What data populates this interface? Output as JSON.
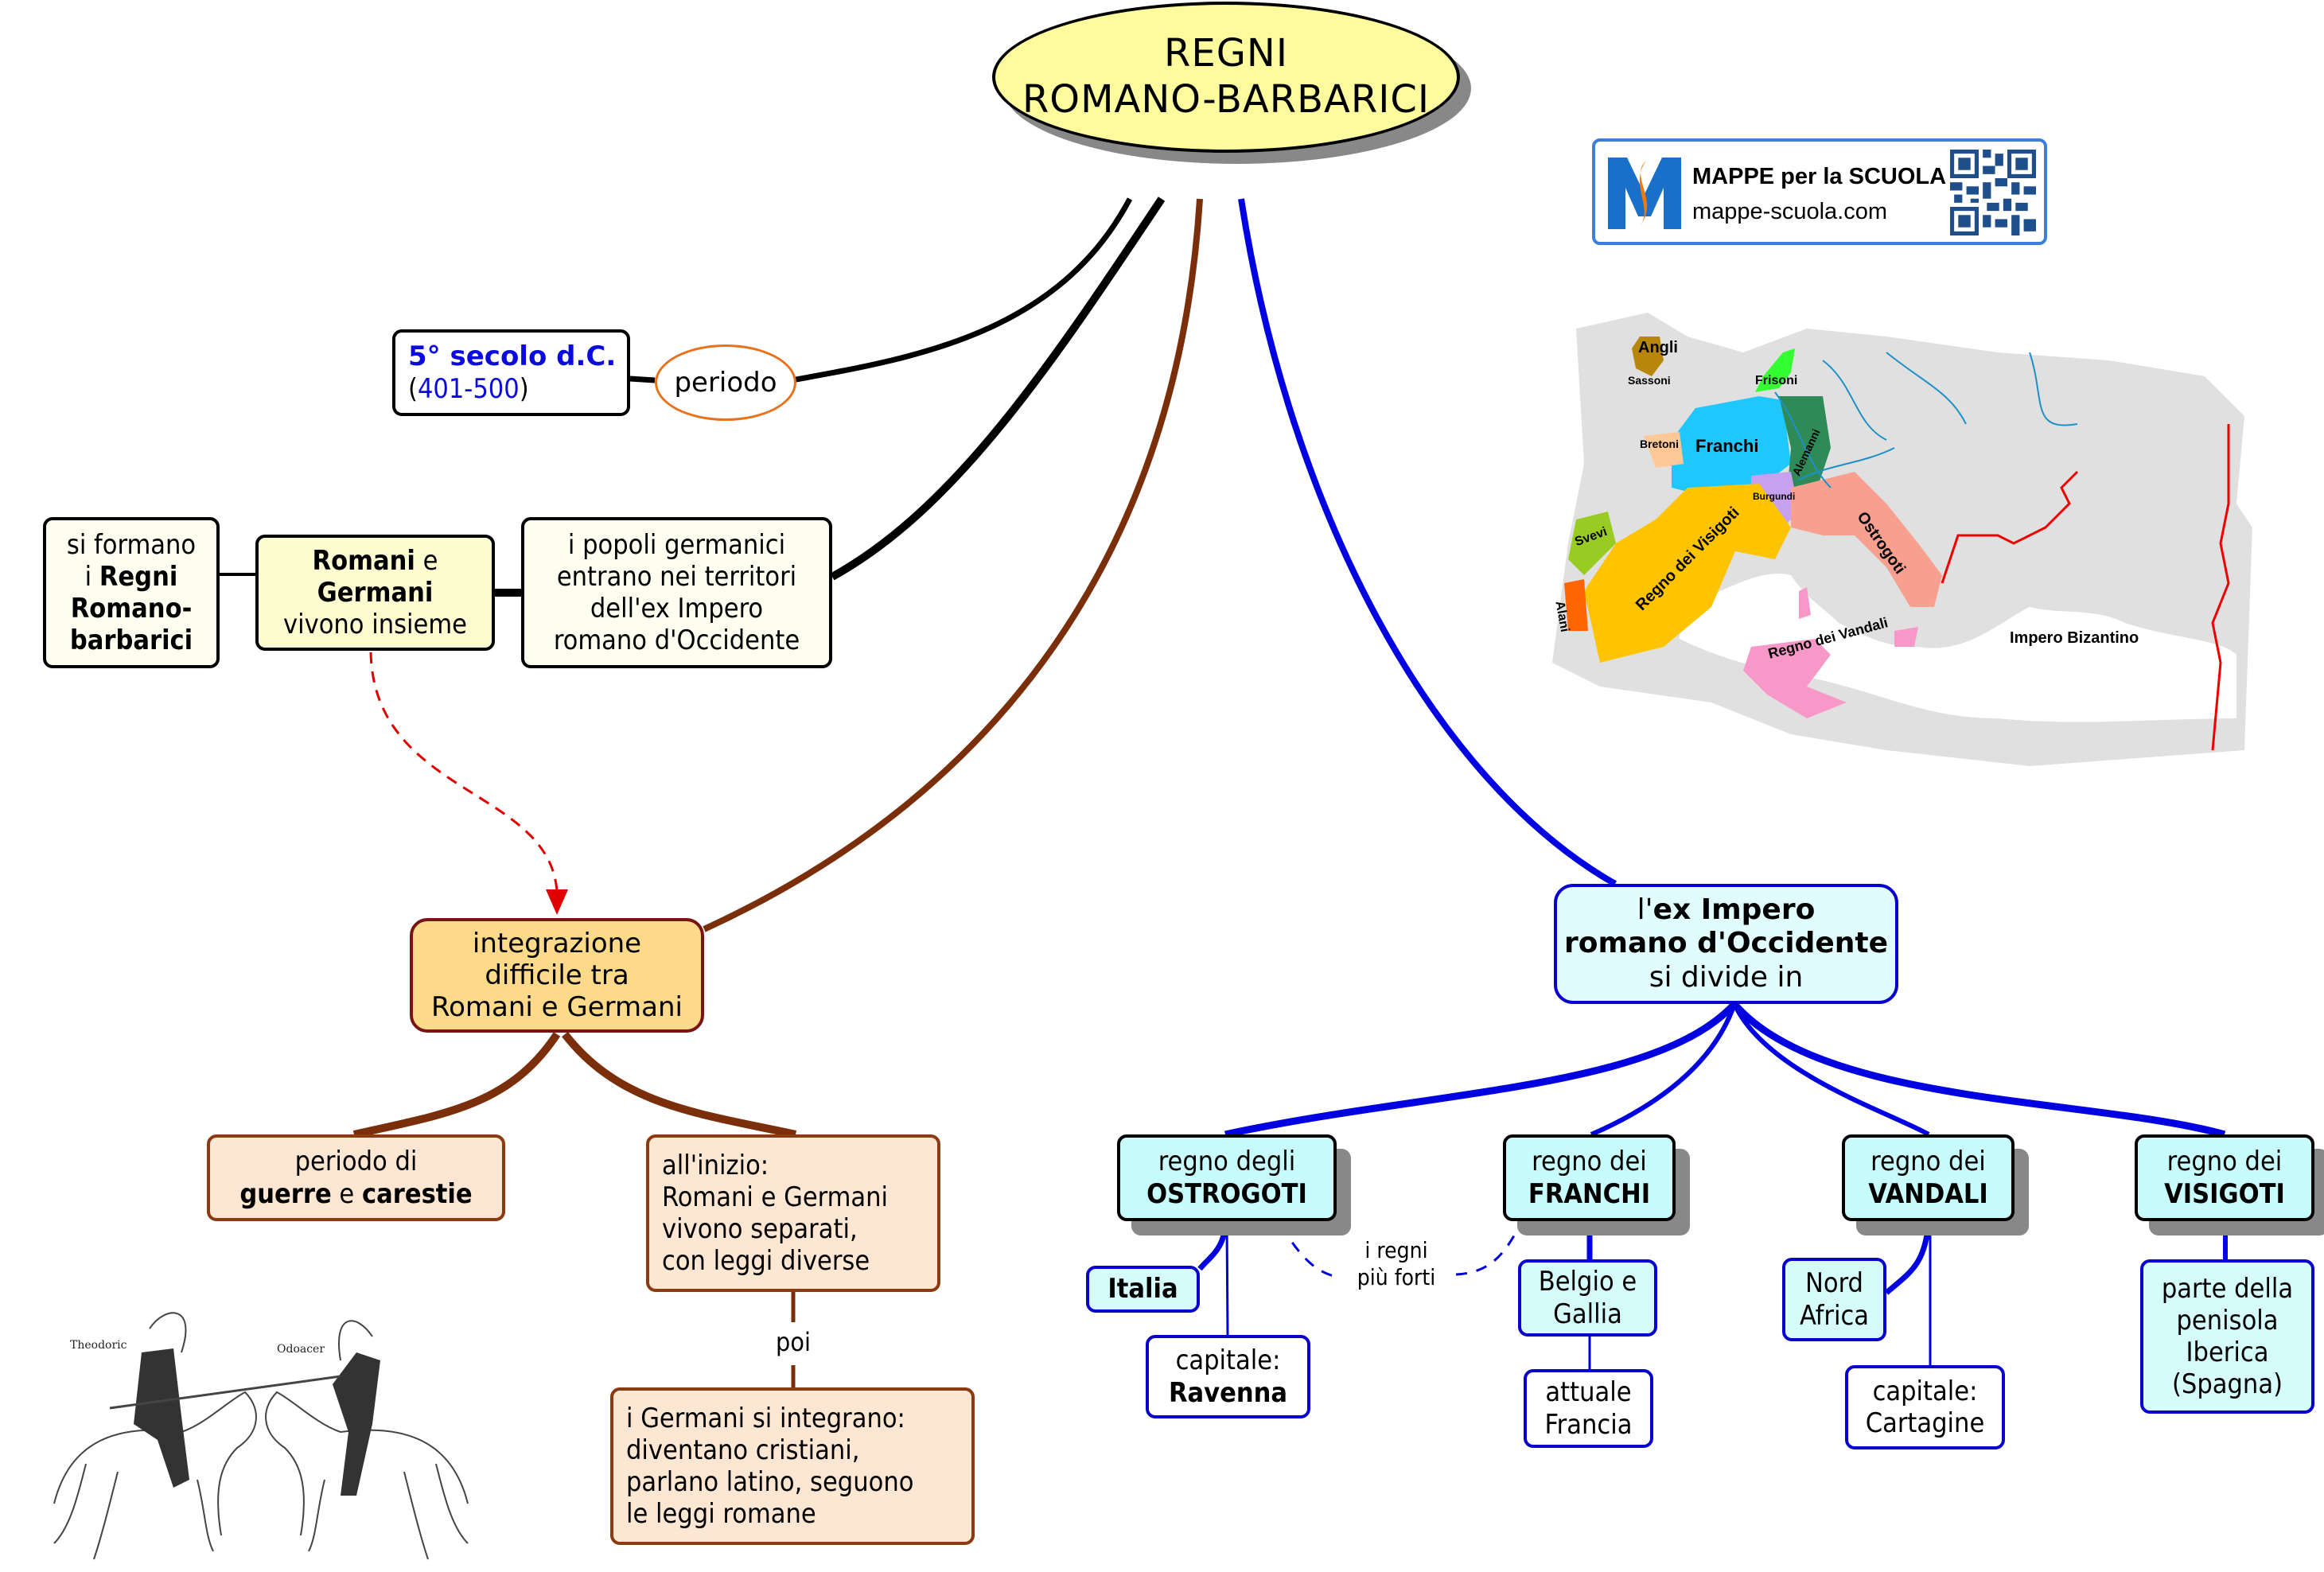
{
  "title": {
    "line1": "REGNI",
    "line2": "ROMANO-BARBARICI"
  },
  "logo": {
    "brand": "MAPPE per la SCUOLA",
    "url": "mappe-scuola.com",
    "icons": [
      "mappe-logo-icon",
      "qr-code-icon"
    ]
  },
  "period": {
    "link_label": "periodo",
    "century": "5° secolo d.C.",
    "range_open": "(",
    "range": "401-500",
    "range_close": ")"
  },
  "left_chain": {
    "popoli": {
      "line1": "i popoli germanici",
      "line2": "entrano nei territori",
      "line3": "dell'ex Impero",
      "line4": "romano d'Occidente"
    },
    "romani_germani": {
      "bold1": "Romani",
      "normal1": " e",
      "bold2": "Germani",
      "line3": "vivono insieme"
    },
    "si_formano": {
      "line1": "si formano",
      "line2_prefix": "i ",
      "line2_bold": "Regni",
      "line3": "Romano-",
      "line4": "barbarici"
    }
  },
  "integration": {
    "main": {
      "line1": "integrazione",
      "line2": "difficile tra",
      "line3": "Romani e Germani"
    },
    "wars": {
      "line1": "periodo di",
      "bold1": "guerre",
      "mid": " e ",
      "bold2": "carestie"
    },
    "beginning": {
      "line1": "all'inizio:",
      "line2": "Romani e Germani",
      "line3": "vivono separati,",
      "line4": "con leggi diverse"
    },
    "link_poi": "poi",
    "later": {
      "line1": "i Germani si integrano:",
      "line2": "diventano cristiani,",
      "line3": "parlano latino, seguono",
      "line4": "le leggi romane"
    }
  },
  "empire": {
    "node": {
      "prefix": "l'",
      "bold1": "ex Impero",
      "bold2": "romano d'Occidente",
      "line3": "si divide in"
    },
    "strongest_label": {
      "line1": "i regni",
      "line2": "più forti"
    },
    "kingdoms": [
      {
        "line1": "regno degli",
        "name": "OSTROGOTI",
        "children": [
          {
            "bold": "Italia"
          },
          {
            "line1": "capitale:",
            "bold": "Ravenna"
          }
        ]
      },
      {
        "line1": "regno dei",
        "name": "FRANCHI",
        "children": [
          {
            "line1": "Belgio e",
            "line2": "Gallia"
          },
          {
            "line1": "attuale",
            "line2": "Francia"
          }
        ]
      },
      {
        "line1": "regno dei",
        "name": "VANDALI",
        "children": [
          {
            "line1": "Nord",
            "line2": "Africa"
          },
          {
            "line1": "capitale:",
            "line2": "Cartagine"
          }
        ]
      },
      {
        "line1": "regno dei",
        "name": "VISIGOTI",
        "children": [
          {
            "line1": "parte della",
            "line2": "penisola",
            "line3": "Iberica",
            "line4": "(Spagna)"
          }
        ]
      }
    ]
  },
  "map": {
    "labels": [
      "Angli",
      "Sassoni",
      "Frisoni",
      "Bretoni",
      "Franchi",
      "Alemanni",
      "Burgundi",
      "Svevi",
      "Regno dei Visigoti",
      "Alani",
      "Ostrogoti",
      "Regno dei Vandali",
      "Impero Bizantino"
    ],
    "colors": {
      "angli": "#b8860b",
      "frisoni": "#33ff33",
      "franchi": "#1ec8ff",
      "alemanni": "#2e8b57",
      "burgundi": "#c8a0f0",
      "bretoni": "#ffc896",
      "svevi": "#99cc22",
      "visigoti": "#ffc400",
      "alani": "#ff6600",
      "ostrogoti": "#f8a090",
      "vandali": "#f898c8",
      "land": "#e0e0e0",
      "border": "#ee0000",
      "river": "#1e90c8"
    }
  },
  "illustration": {
    "name": "knights-on-horseback",
    "captions": [
      "Theodoric",
      "Odoacer"
    ]
  },
  "colors": {
    "black_link": "#000000",
    "brown_link": "#7a2f0a",
    "blue_link": "#0000e0",
    "red_dashed": "#e00000"
  }
}
